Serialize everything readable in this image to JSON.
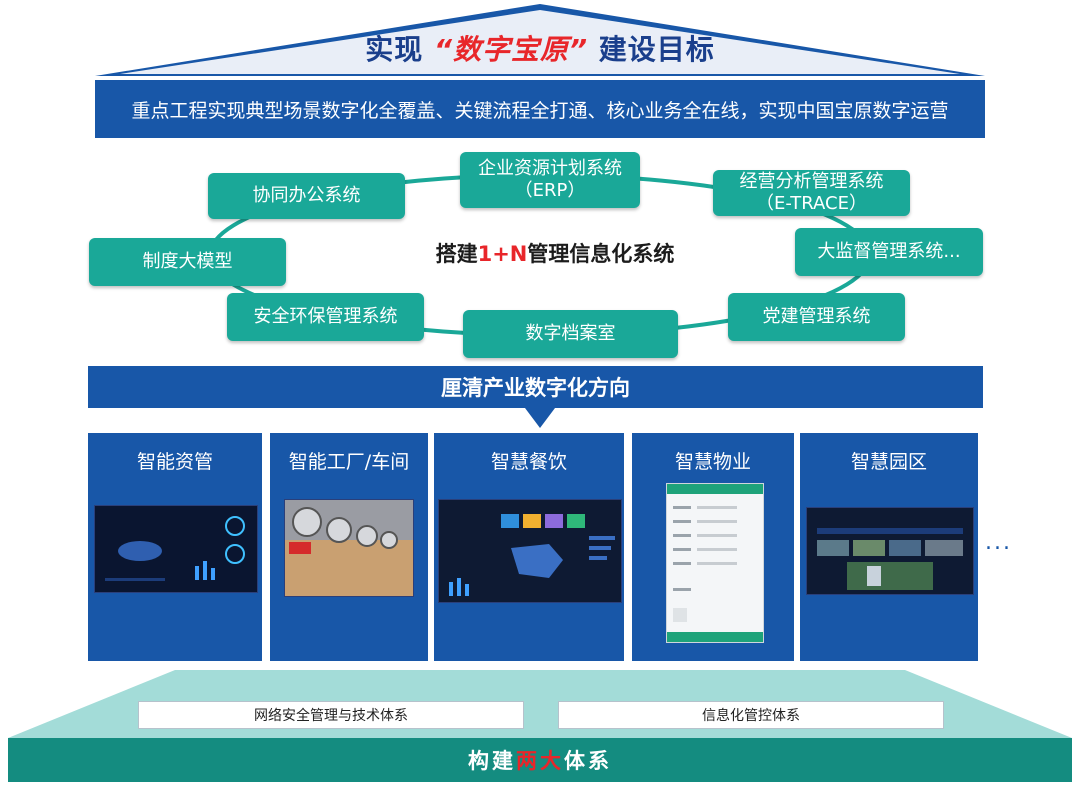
{
  "roof": {
    "title_pre": "实现",
    "title_highlight": "“数字宝原”",
    "title_post": "建设目标",
    "goal": "重点工程实现典型场景数字化全覆盖、关键流程全打通、核心业务全在线，实现中国宝原数字运营"
  },
  "systems": {
    "center_pre": "搭建",
    "center_highlight": "1+N",
    "center_post": "管理信息化系统",
    "erp_line1": "企业资源计划系统",
    "erp_line2": "（ERP）",
    "office": "协同办公系统",
    "etrace_line1": "经营分析管理系统",
    "etrace_line2": "（E-TRACE）",
    "rules_model": "制度大模型",
    "supervision": "大监督管理系统...",
    "safety": "安全环保管理系统",
    "party": "党建管理系统",
    "archive": "数字档案室"
  },
  "direction": {
    "label": "厘清产业数字化方向"
  },
  "cards": [
    {
      "title": "智能资管"
    },
    {
      "title": "智能工厂/车间"
    },
    {
      "title": "智慧餐饮"
    },
    {
      "title": "智慧物业"
    },
    {
      "title": "智慧园区"
    }
  ],
  "more": "...",
  "base": {
    "left_label": "网络安全管理与技术体系",
    "right_label": "信息化管控体系",
    "bar_pre": "构建",
    "bar_highlight": "两大",
    "bar_post": "体系"
  },
  "colors": {
    "navy": "#1857a8",
    "teal": "#1aa898",
    "red": "#e8262a",
    "base_teal": "#148c80"
  }
}
